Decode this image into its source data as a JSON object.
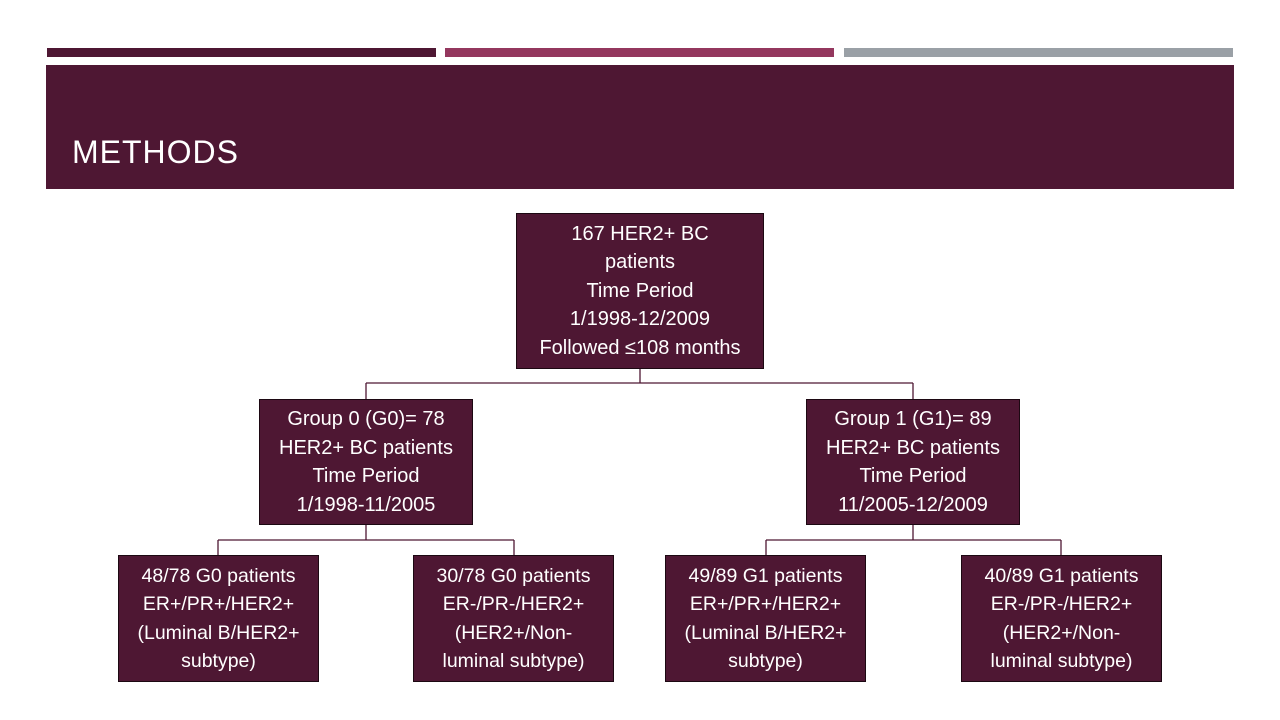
{
  "slide": {
    "title": "METHODS",
    "colors": {
      "primary": "#4e1733",
      "accent_magenta": "#94375e",
      "accent_gray": "#9aa0a6",
      "connector": "#4e1733"
    }
  },
  "diagram": {
    "root": {
      "lines": [
        "167 HER2+ BC",
        "patients",
        "Time Period",
        "1/1998-12/2009",
        "Followed ≤108 months"
      ]
    },
    "group0": {
      "lines": [
        "Group 0 (G0)= 78",
        "HER2+ BC patients",
        "Time Period",
        "1/1998-11/2005"
      ]
    },
    "group1": {
      "lines": [
        "Group 1 (G1)= 89",
        "HER2+ BC patients",
        "Time Period",
        "11/2005-12/2009"
      ]
    },
    "leaves": [
      {
        "lines": [
          "48/78 G0 patients",
          "ER+/PR+/HER2+",
          "(Luminal B/HER2+",
          "subtype)"
        ]
      },
      {
        "lines": [
          "30/78 G0 patients",
          "ER-/PR-/HER2+",
          "(HER2+/Non-",
          "luminal subtype)"
        ]
      },
      {
        "lines": [
          "49/89 G1 patients",
          "ER+/PR+/HER2+",
          "(Luminal B/HER2+",
          "subtype)"
        ]
      },
      {
        "lines": [
          "40/89 G1 patients",
          "ER-/PR-/HER2+",
          "(HER2+/Non-",
          "luminal subtype)"
        ]
      }
    ]
  }
}
